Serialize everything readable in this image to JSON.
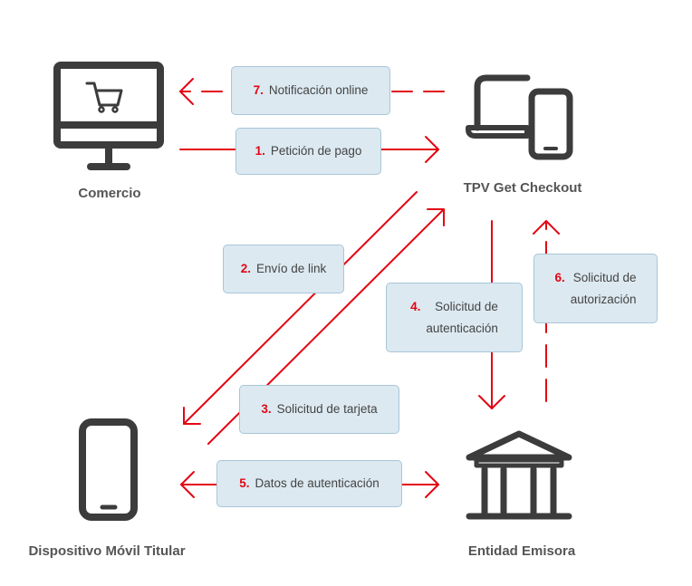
{
  "nodes": {
    "comercio": "Comercio",
    "tpv": "TPV Get Checkout",
    "movil": "Dispositivo Móvil Titular",
    "emisora": "Entidad Emisora"
  },
  "steps": {
    "s1": {
      "num": "1.",
      "text": "Petición de pago"
    },
    "s2": {
      "num": "2.",
      "text": "Envío de link"
    },
    "s3": {
      "num": "3.",
      "text": "Solicitud de tarjeta"
    },
    "s4": {
      "num": "4.",
      "text": "Solicitud de\nautenticación"
    },
    "s5": {
      "num": "5.",
      "text": "Datos de autenticación"
    },
    "s6": {
      "num": "6.",
      "text": "Solicitud de\nautorización"
    },
    "s7": {
      "num": "7.",
      "text": "Notificación online"
    }
  },
  "colors": {
    "arrow": "#e30613",
    "icon": "#3c3c3c",
    "box_fill": "#dce9f1"
  }
}
